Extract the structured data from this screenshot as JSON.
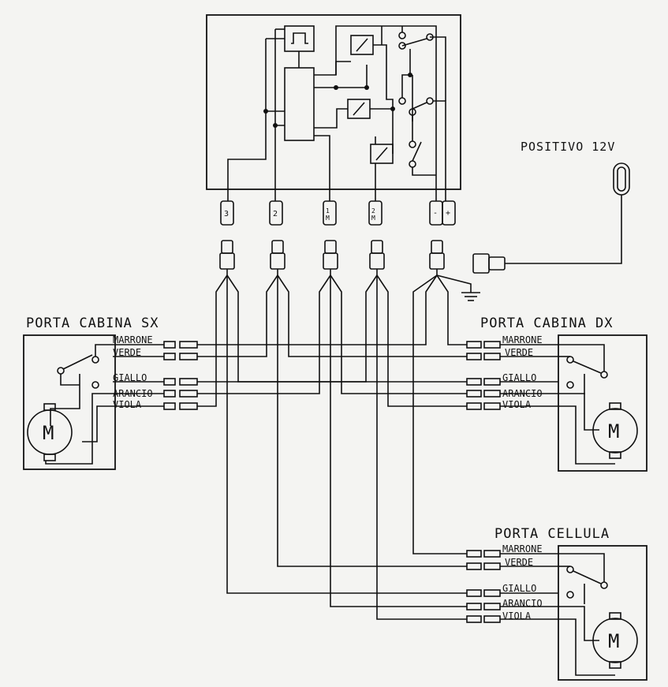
{
  "diagram": {
    "supply_label": "POSITIVO 12V",
    "ecu_pins": [
      "3",
      "2",
      "1\nM",
      "2\nM",
      "-",
      "+"
    ],
    "doors": [
      {
        "id": "sx",
        "title": "PORTA CABINA SX",
        "wires": [
          "MARRONE",
          "VERDE",
          "GIALLO",
          "ARANCIO",
          "VIOLA"
        ],
        "motor": "M"
      },
      {
        "id": "dx",
        "title": "PORTA CABINA DX",
        "wires": [
          "MARRONE",
          "VERDE",
          "GIALLO",
          "ARANCIO",
          "VIOLA"
        ],
        "motor": "M"
      },
      {
        "id": "cell",
        "title": "PORTA CELLULA",
        "wires": [
          "MARRONE",
          "VERDE",
          "GIALLO",
          "ARANCIO",
          "VIOLA"
        ],
        "motor": "M"
      }
    ]
  }
}
